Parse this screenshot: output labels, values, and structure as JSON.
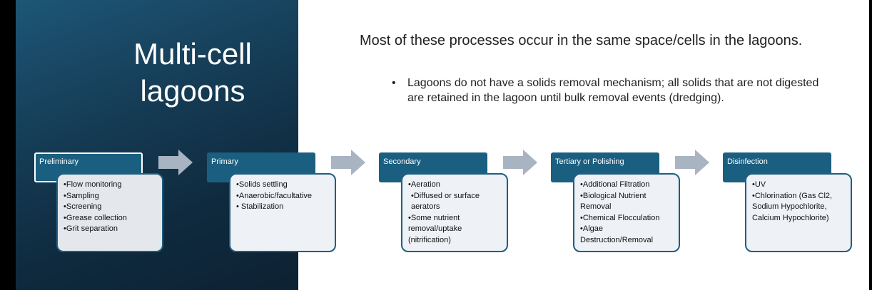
{
  "slide": {
    "title": "Multi-cell lagoons",
    "intro": "Most of these processes occur in the same space/cells in the lagoons.",
    "bullet": "Lagoons do not have a solids removal mechanism; all solids that are not digested are retained in the  lagoon until bulk removal events (dredging).",
    "steps": [
      {
        "label": "Preliminary",
        "items": [
          "•Flow monitoring",
          "•Sampling",
          "•Screening",
          "•Grease collection",
          "•Grit separation"
        ]
      },
      {
        "label": "Primary",
        "items": [
          "•Solids settling",
          "•Anaerobic/facultative",
          "• Stabilization"
        ]
      },
      {
        "label": "Secondary",
        "items": [
          "•Aeration",
          "•Diffused or surface aerators",
          "•Some nutrient removal/uptake (nitrification)"
        ]
      },
      {
        "label": "Tertiary or Polishing",
        "items": [
          "•Additional Filtration",
          "•Biological Nutrient Removal",
          "•Chemical Flocculation",
          "•Algae Destruction/Removal"
        ]
      },
      {
        "label": "Disinfection",
        "items": [
          "•UV",
          "•Chlorination (Gas Cl2, Sodium Hypochlorite, Calcium Hypochlorite)"
        ]
      }
    ],
    "colors": {
      "header": "#1b5f80",
      "arrow": "#a9b4c2",
      "panel": "#163e58"
    }
  }
}
